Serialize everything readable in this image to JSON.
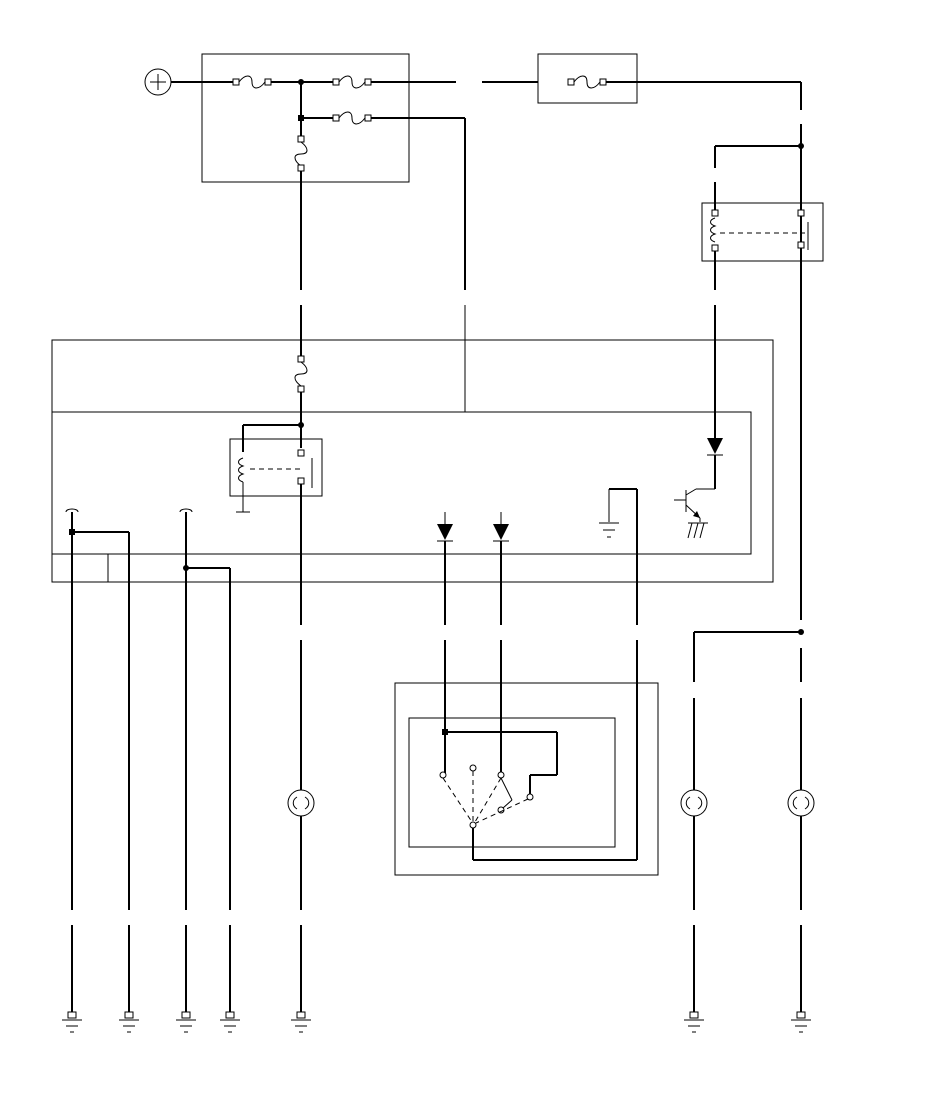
{
  "diagram": {
    "type": "wiring-schematic",
    "texts": [],
    "symbols": {
      "battery": "plus-in-circle-icon",
      "fuse": "s-curve-fuse-icon",
      "relay": "coil-and-switch-icon",
      "diode": "triangle-bar-diode-icon",
      "transistor": "npn-transistor-icon",
      "lamp": "circle-filament-bulb-icon",
      "ground": "ground-symbol-icon",
      "switch": "multi-position-rotary-switch-icon"
    },
    "counts": {
      "fuses": 6,
      "relays": 2,
      "diodes": 3,
      "lamps": 3,
      "grounds": 7
    },
    "colors": {
      "line": "#000000",
      "background": "#ffffff"
    }
  }
}
